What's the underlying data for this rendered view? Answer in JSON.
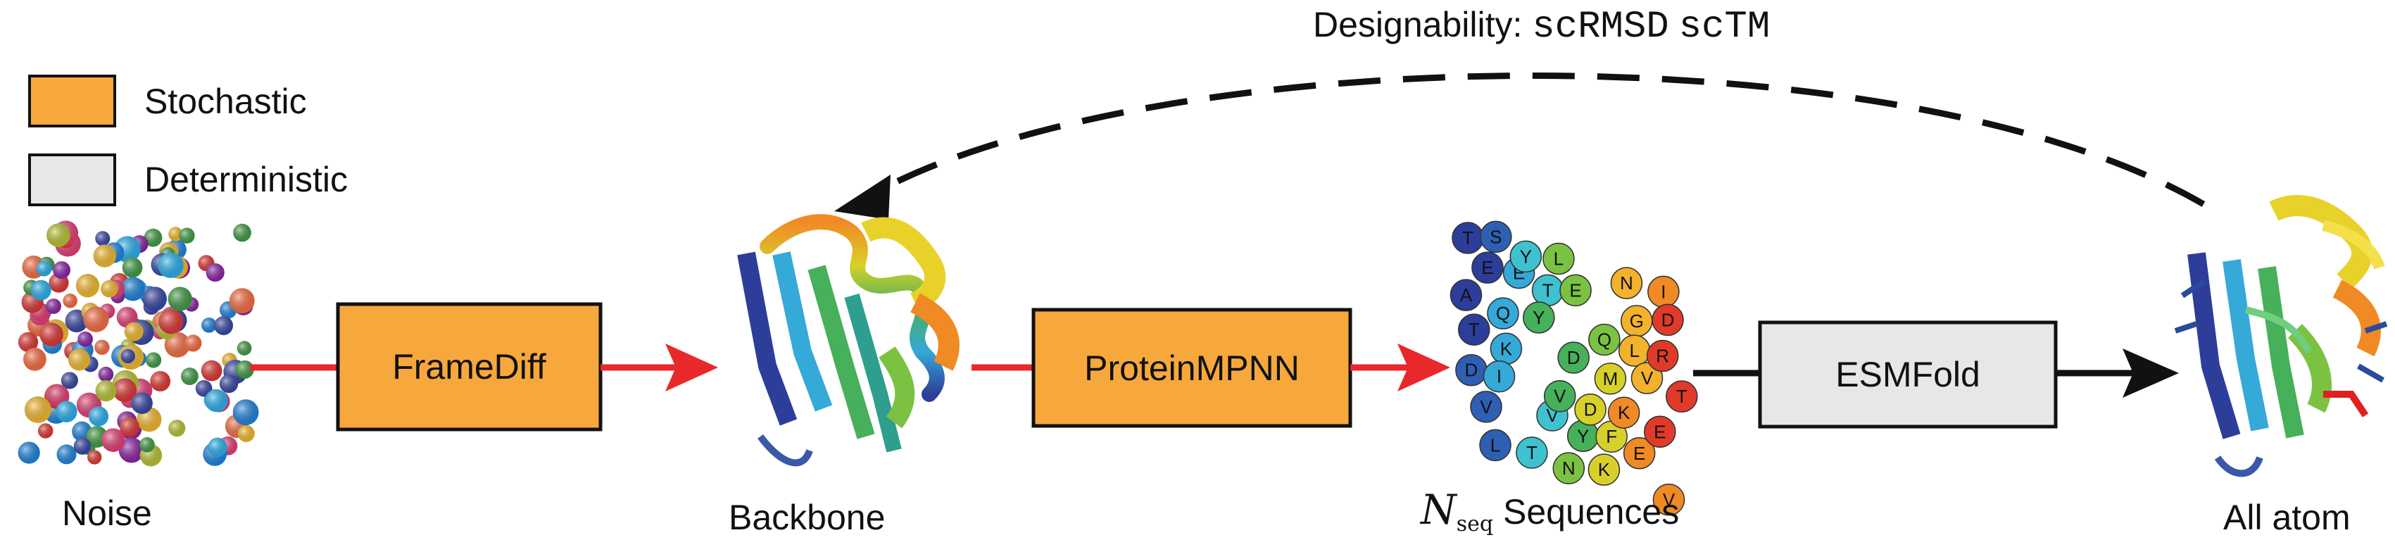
{
  "legend": {
    "items": [
      {
        "label": "Stochastic",
        "color": "#F7A83C"
      },
      {
        "label": "Deterministic",
        "color": "#E6E7E8"
      }
    ]
  },
  "designability": {
    "label_prefix": "Designability:",
    "metric_1": "scRMSD",
    "metric_2": "scTM"
  },
  "stages": {
    "noise": "Noise",
    "backbone": "Backbone",
    "sequences_var": "N",
    "sequences_sub": "seq",
    "sequences_label": "Sequences",
    "all_atom": "All atom"
  },
  "boxes": {
    "framediff": "FrameDiff",
    "proteinmpnn": "ProteinMPNN",
    "esmfold": "ESMFold"
  },
  "sequence_letters": [
    "T",
    "E",
    "A",
    "T",
    "D",
    "V",
    "L",
    "S",
    "E",
    "Q",
    "K",
    "I",
    "V",
    "T",
    "Y",
    "T",
    "Y",
    "D",
    "V",
    "Y",
    "N",
    "L",
    "E",
    "Q",
    "M",
    "D",
    "F",
    "K",
    "N",
    "G",
    "L",
    "V",
    "K",
    "E",
    "V",
    "I",
    "D",
    "R",
    "T",
    "E"
  ],
  "colors": {
    "stochastic": "#F7A83C",
    "deterministic": "#E6E7E8",
    "arrow_red": "#E8282B",
    "arrow_black": "#111111"
  }
}
